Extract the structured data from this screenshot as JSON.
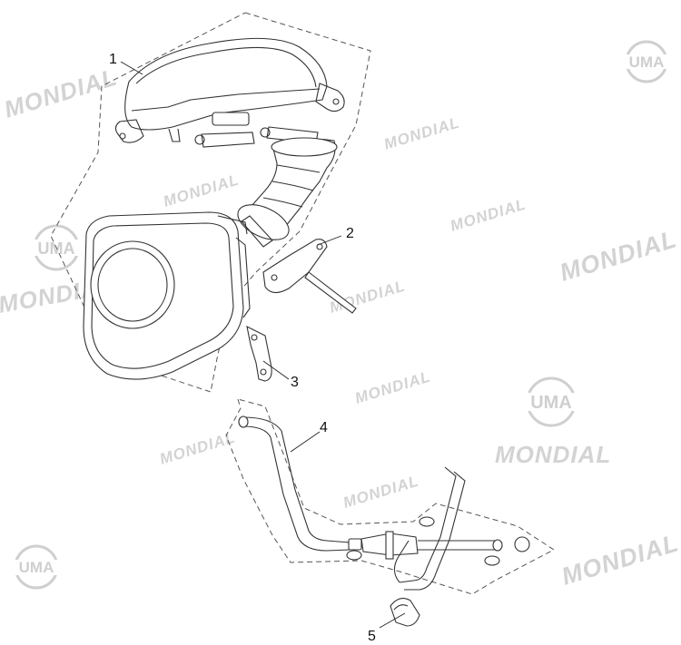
{
  "callouts": {
    "c1": "1",
    "c2": "2",
    "c3": "3",
    "c4": "4",
    "c5": "5"
  },
  "watermark": {
    "brand": "MONDIAL",
    "logo": "UMA",
    "color": "#d3d3d3"
  }
}
